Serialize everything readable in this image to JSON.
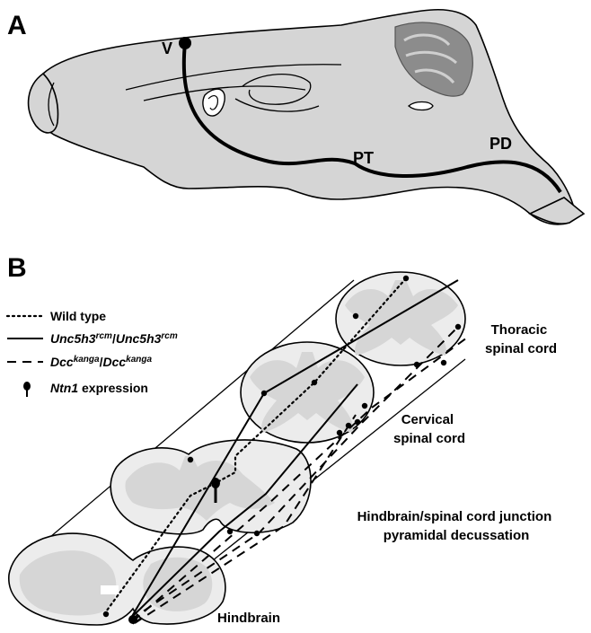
{
  "panel_a": {
    "letter": "A",
    "labels": {
      "origin": "V",
      "pyramidal_tract": "PT",
      "pyramidal_decussation": "PD"
    }
  },
  "panel_b": {
    "letter": "B",
    "legend": [
      {
        "key": "wild-type",
        "style": "dotted",
        "text_parts": [
          {
            "t": "Wild type",
            "style": "normal"
          }
        ]
      },
      {
        "key": "unc5h3",
        "style": "solid",
        "text_parts": [
          {
            "t": "Unc5h3",
            "style": "italic"
          },
          {
            "t": "rcm",
            "style": "sup-italic"
          },
          {
            "t": "/",
            "style": "normal"
          },
          {
            "t": "Unc5h3",
            "style": "italic"
          },
          {
            "t": "rcm",
            "style": "sup-italic"
          }
        ]
      },
      {
        "key": "dcc",
        "style": "dashed",
        "text_parts": [
          {
            "t": "Dcc",
            "style": "italic"
          },
          {
            "t": "kanga",
            "style": "sup-italic"
          },
          {
            "t": "/",
            "style": "normal"
          },
          {
            "t": "Dcc",
            "style": "italic"
          },
          {
            "t": "kanga",
            "style": "sup-italic"
          }
        ]
      },
      {
        "key": "ntn1",
        "style": "marker",
        "text_parts": [
          {
            "t": "Ntn1",
            "style": "italic"
          },
          {
            "t": " expression",
            "style": "normal"
          }
        ]
      }
    ],
    "levels": {
      "thoracic_line1": "Thoracic",
      "thoracic_line2": "spinal cord",
      "cervical_line1": "Cervical",
      "cervical_line2": "spinal cord",
      "junction_line1": "Hindbrain/spinal cord junction",
      "junction_line2": "pyramidal decussation",
      "hindbrain": "Hindbrain"
    }
  }
}
